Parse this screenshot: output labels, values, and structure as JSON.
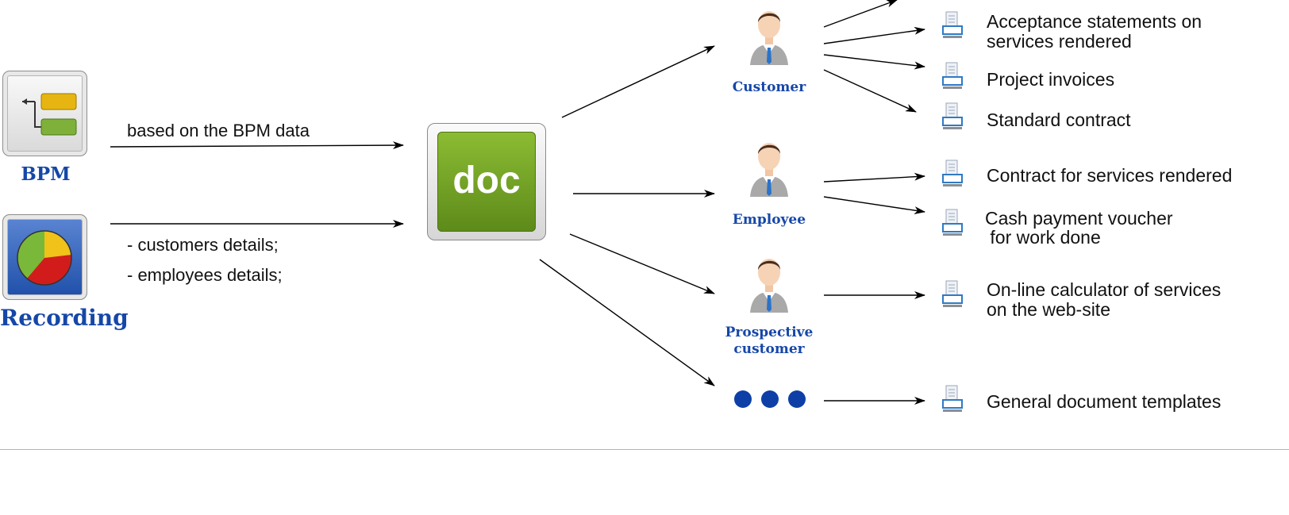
{
  "sources": {
    "bpm": {
      "label": "BPM",
      "icon": "bpm-flowchart-icon"
    },
    "recording": {
      "label": "Recording",
      "icon": "pie-chart-icon"
    }
  },
  "flows": {
    "bpm_caption": "based on the BPM data",
    "recording_details": [
      "- customers details;",
      "- employees details;"
    ]
  },
  "hub": {
    "label": "doc",
    "icon": "doc-generator-icon"
  },
  "roles": {
    "customer": "Customer",
    "employee": "Employee",
    "prospective": [
      "Prospective",
      "customer"
    ],
    "others": "more-roles-dots"
  },
  "documents": {
    "acceptance": [
      "Acceptance statements on",
      "services rendered"
    ],
    "invoices": "Project invoices",
    "contract": "Standard contract",
    "services_contract": "Contract for services rendered",
    "cash_voucher": [
      "Cash payment voucher",
      " for work done"
    ],
    "calculator": [
      "On-line calculator of services",
      "on the web-site"
    ],
    "templates": "General document templates"
  },
  "colors": {
    "label_blue": "#1547a8",
    "hub_green": "#6f9b22",
    "dot_blue": "#0d3fa6",
    "divider": "#9fb6e3"
  }
}
